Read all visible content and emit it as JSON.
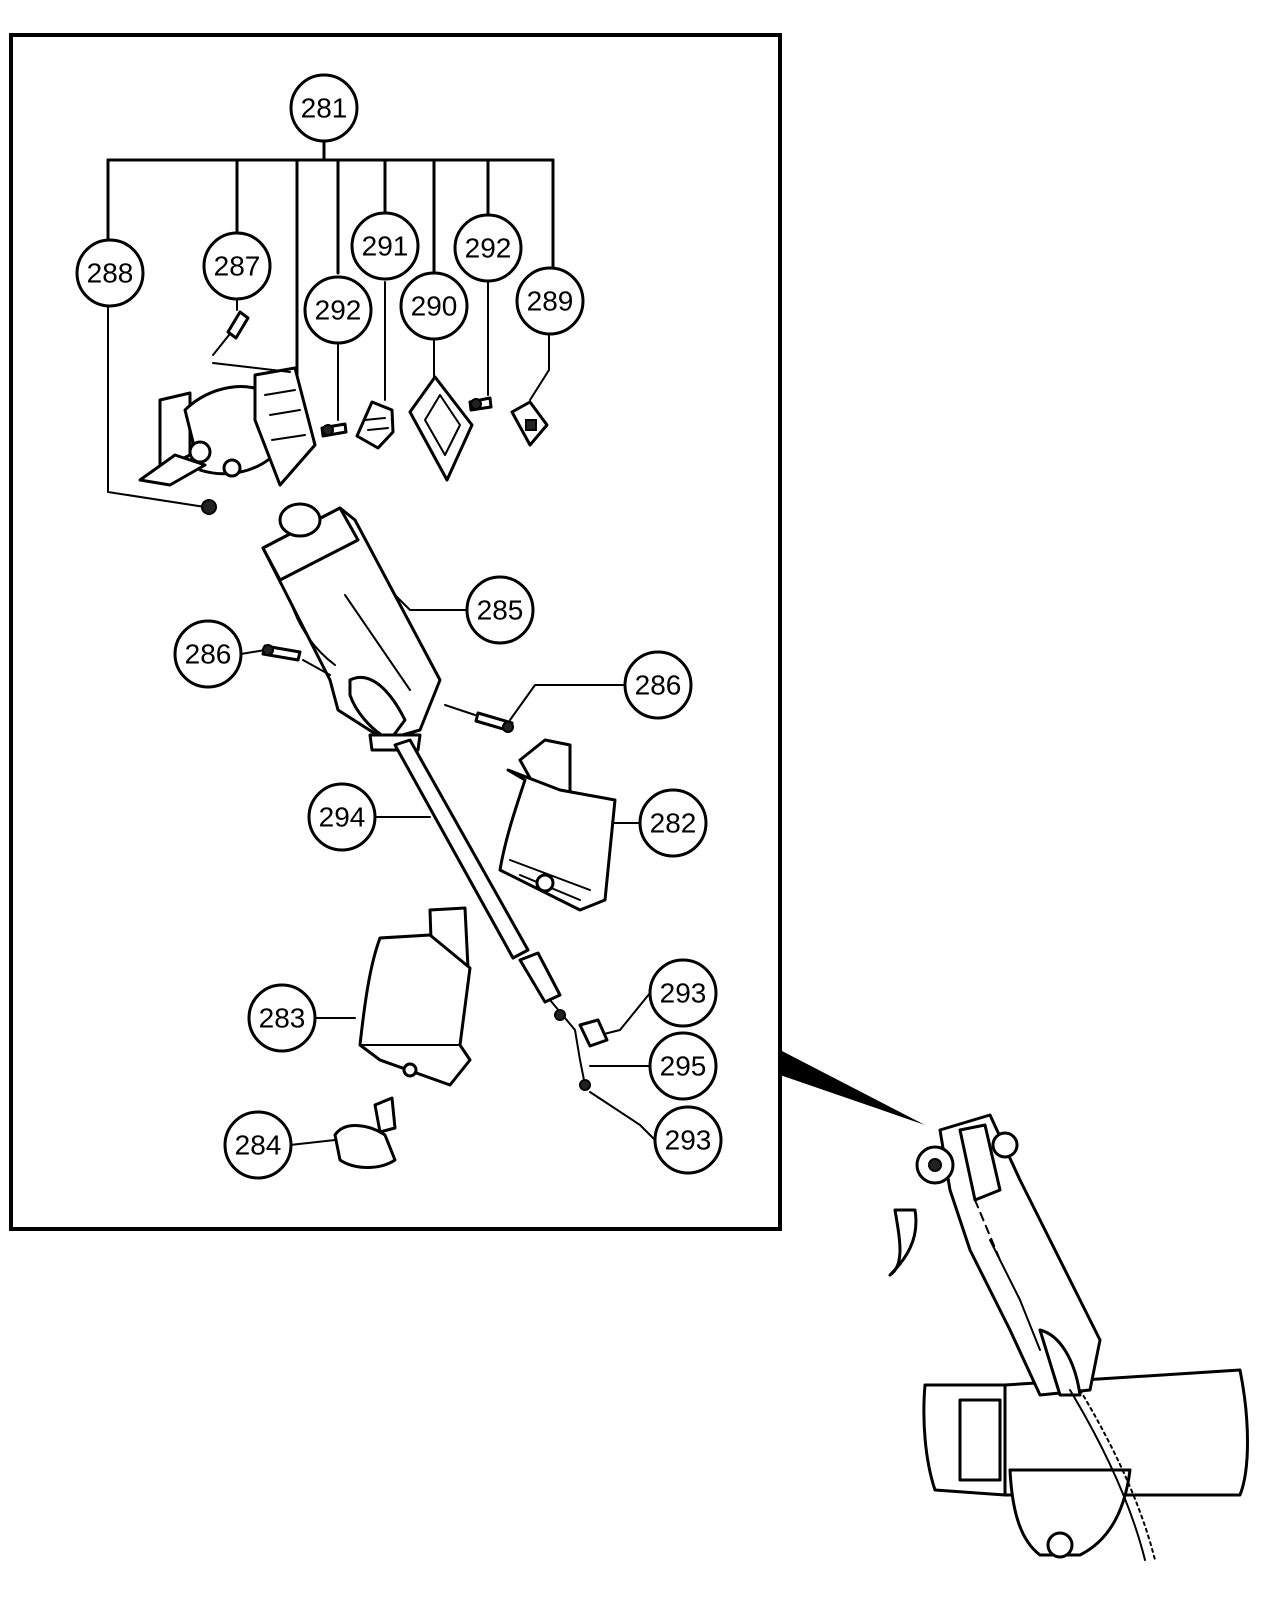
{
  "diagram": {
    "frame_color": "#000000",
    "background": "#ffffff",
    "callouts": [
      {
        "id": "c281",
        "label": "281"
      },
      {
        "id": "c288",
        "label": "288"
      },
      {
        "id": "c287",
        "label": "287"
      },
      {
        "id": "c292a",
        "label": "292"
      },
      {
        "id": "c291",
        "label": "291"
      },
      {
        "id": "c290",
        "label": "290"
      },
      {
        "id": "c292b",
        "label": "292"
      },
      {
        "id": "c289",
        "label": "289"
      },
      {
        "id": "c285",
        "label": "285"
      },
      {
        "id": "c286a",
        "label": "286"
      },
      {
        "id": "c286b",
        "label": "286"
      },
      {
        "id": "c294",
        "label": "294"
      },
      {
        "id": "c282",
        "label": "282"
      },
      {
        "id": "c283",
        "label": "283"
      },
      {
        "id": "c293a",
        "label": "293"
      },
      {
        "id": "c295",
        "label": "295"
      },
      {
        "id": "c293b",
        "label": "293"
      },
      {
        "id": "c284",
        "label": "284"
      }
    ]
  }
}
